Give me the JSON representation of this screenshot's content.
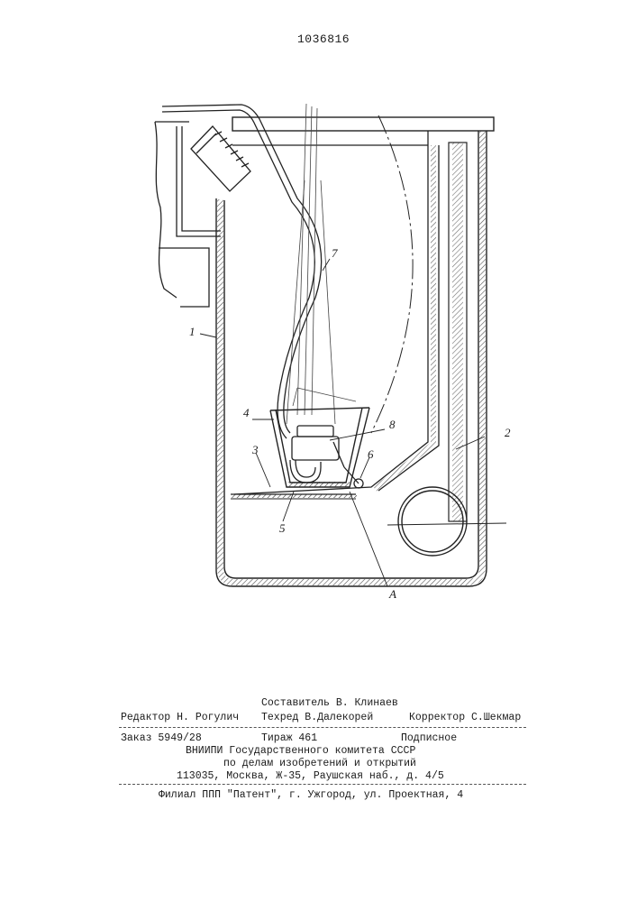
{
  "patent_number": "1036816",
  "figure_labels": {
    "l1": "1",
    "l2": "2",
    "l3": "3",
    "l4": "4",
    "l5": "5",
    "l6": "6",
    "l7": "7",
    "l8": "8",
    "lA": "A"
  },
  "imprint": {
    "compiler": "Составитель В. Клинаев",
    "editor": "Редактор Н. Рогулич",
    "techred": "Техред В.Далекорей",
    "corrector": "Корректор С.Шекмар",
    "order": "Заказ 5949/28",
    "circulation": "Тираж 461",
    "subscription": "Подписное",
    "org_line1": "ВНИИПИ Государственного комитета СССР",
    "org_line2": "по делам изобретений и открытий",
    "org_address": "113035, Москва, Ж-35, Раушская наб., д. 4/5",
    "branch": "Филиал ППП \"Патент\", г. Ужгород, ул. Проектная, 4"
  }
}
